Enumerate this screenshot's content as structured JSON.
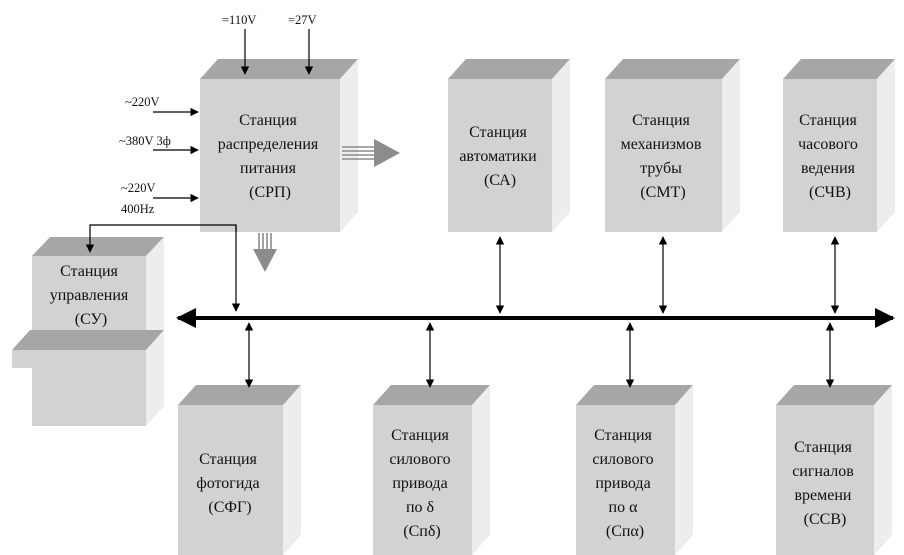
{
  "inputs": {
    "dc110": "=110V",
    "dc27": "=27V",
    "ac220": "~220V",
    "ac380": "~380V 3ф",
    "ac220_400": "~220V",
    "freq400": "400Hz"
  },
  "stations": {
    "srp": {
      "lines": [
        "Станция",
        "распределения",
        "питания",
        "(СРП)"
      ]
    },
    "sa": {
      "lines": [
        "Станция",
        "автоматики",
        "(СА)"
      ]
    },
    "smt": {
      "lines": [
        "Станция",
        "механизмов",
        "трубы",
        "(СМТ)"
      ]
    },
    "schv": {
      "lines": [
        "Станция",
        "часового",
        "ведения",
        "(СЧВ)"
      ]
    },
    "su": {
      "lines": [
        "Станция",
        "управления",
        "(СУ)"
      ]
    },
    "sfg": {
      "lines": [
        "Станция",
        "фотогида",
        "(СФГ)"
      ]
    },
    "spd": {
      "lines": [
        "Станция",
        "силового",
        "привода",
        "по δ",
        "(Спδ)"
      ]
    },
    "spa": {
      "lines": [
        "Станция",
        "силового",
        "привода",
        "по α",
        "(Спα)"
      ]
    },
    "ssv": {
      "lines": [
        "Станция",
        "сигналов",
        "времени",
        "(ССВ)"
      ]
    }
  },
  "colors": {
    "front": "#d2d2d2",
    "top": "#a6a6a6",
    "side": "#ededed",
    "line": "#000000",
    "power_arrow": "#8c8c8c"
  }
}
